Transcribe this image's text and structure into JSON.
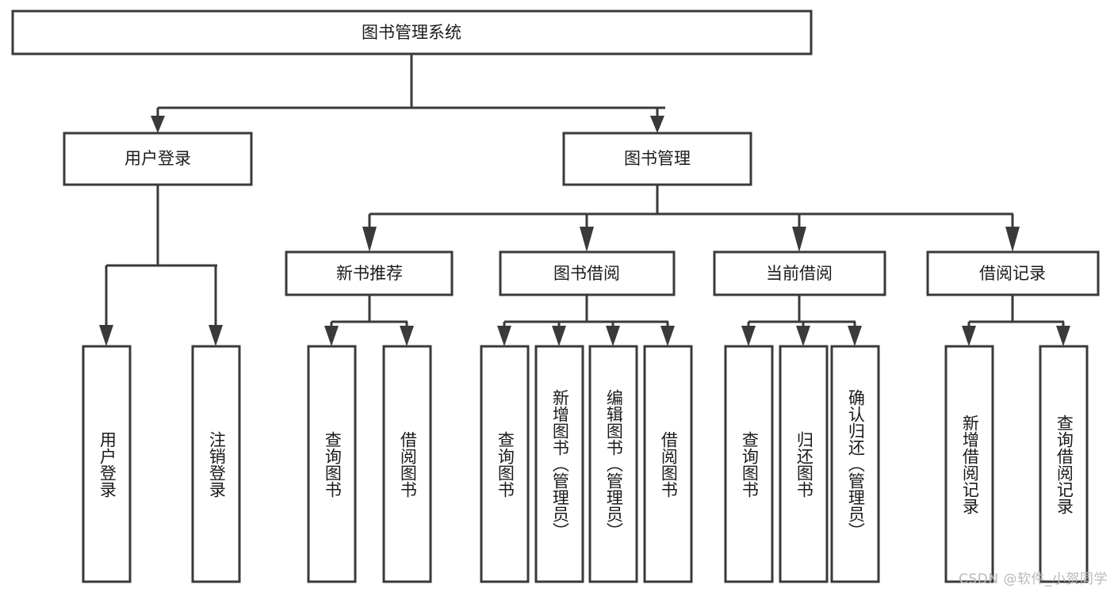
{
  "diagram": {
    "title": "图书管理系统",
    "type": "tree",
    "orientation": "top-down",
    "colors": {
      "box_stroke": "#3a3a3a",
      "box_fill": "#ffffff",
      "text": "#1b1b1b",
      "connector": "#3a3a3a",
      "watermark": "#b9b9b9",
      "background": "#ffffff"
    },
    "root": {
      "label": "图书管理系统"
    },
    "level2": [
      {
        "label": "用户登录"
      },
      {
        "label": "图书管理"
      }
    ],
    "level3": [
      {
        "label": "新书推荐"
      },
      {
        "label": "图书借阅"
      },
      {
        "label": "当前借阅"
      },
      {
        "label": "借阅记录"
      }
    ],
    "leaves": {
      "user_login": [
        {
          "label": "用户登录"
        },
        {
          "label": "注销登录"
        }
      ],
      "new_book_recommend": [
        {
          "label": "查询图书"
        },
        {
          "label": "借阅图书"
        }
      ],
      "book_borrow": [
        {
          "label": "查询图书"
        },
        {
          "label": "新增图书（管理员）"
        },
        {
          "label": "编辑图书（管理员）"
        },
        {
          "label": "借阅图书"
        }
      ],
      "current_borrow": [
        {
          "label": "查询图书"
        },
        {
          "label": "归还图书"
        },
        {
          "label": "确认归还（管理员）"
        }
      ],
      "borrow_record": [
        {
          "label": "新增借阅记录"
        },
        {
          "label": "查询借阅记录"
        }
      ]
    }
  },
  "watermark": {
    "text": "CSDN @软件_小贺同学"
  }
}
